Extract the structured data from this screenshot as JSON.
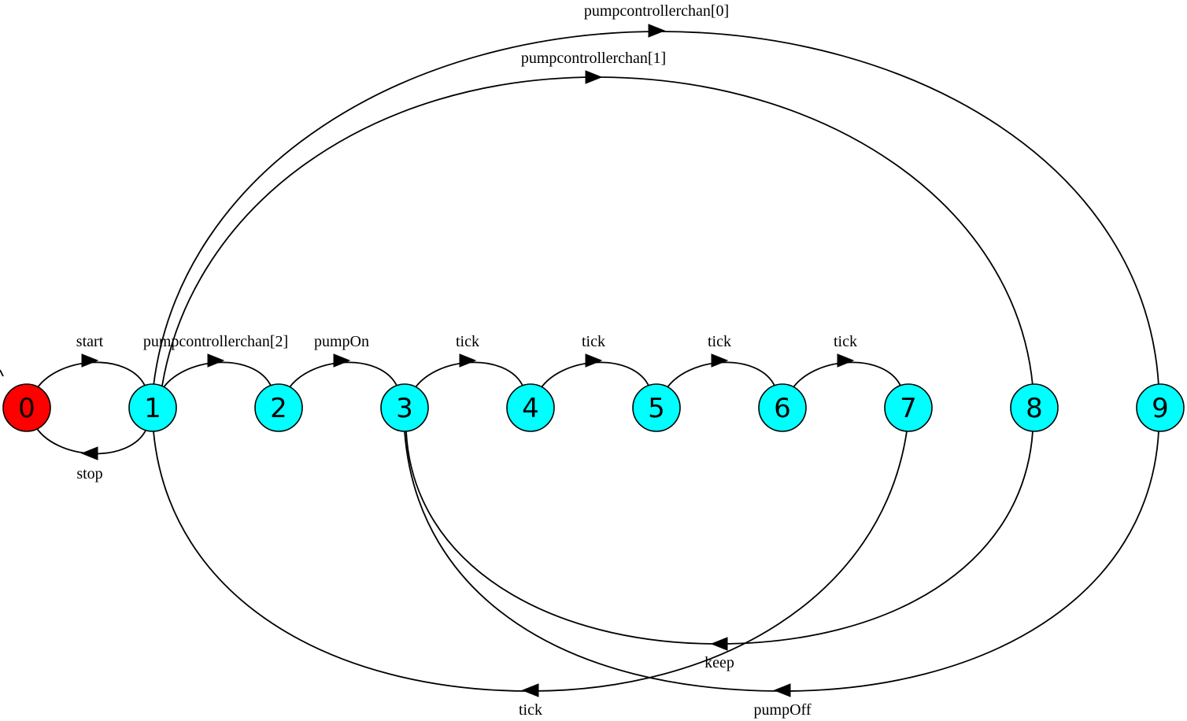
{
  "diagram": {
    "type": "state-machine",
    "colors": {
      "initial": "#ff0000",
      "state": "#00ffff",
      "stroke": "#000000"
    },
    "nodes": [
      {
        "id": "0",
        "label": "0",
        "kind": "initial"
      },
      {
        "id": "1",
        "label": "1",
        "kind": "state"
      },
      {
        "id": "2",
        "label": "2",
        "kind": "state"
      },
      {
        "id": "3",
        "label": "3",
        "kind": "state"
      },
      {
        "id": "4",
        "label": "4",
        "kind": "state"
      },
      {
        "id": "5",
        "label": "5",
        "kind": "state"
      },
      {
        "id": "6",
        "label": "6",
        "kind": "state"
      },
      {
        "id": "7",
        "label": "7",
        "kind": "state"
      },
      {
        "id": "8",
        "label": "8",
        "kind": "state"
      },
      {
        "id": "9",
        "label": "9",
        "kind": "state"
      }
    ],
    "edges": [
      {
        "from": "0",
        "to": "1",
        "label": "start"
      },
      {
        "from": "1",
        "to": "0",
        "label": "stop"
      },
      {
        "from": "1",
        "to": "2",
        "label": "pumpcontrollerchan[2]"
      },
      {
        "from": "2",
        "to": "3",
        "label": "pumpOn"
      },
      {
        "from": "3",
        "to": "4",
        "label": "tick"
      },
      {
        "from": "4",
        "to": "5",
        "label": "tick"
      },
      {
        "from": "5",
        "to": "6",
        "label": "tick"
      },
      {
        "from": "6",
        "to": "7",
        "label": "tick"
      },
      {
        "from": "1",
        "to": "9",
        "label": "pumpcontrollerchan[0]"
      },
      {
        "from": "1",
        "to": "8",
        "label": "pumpcontrollerchan[1]"
      },
      {
        "from": "8",
        "to": "3",
        "label": "keep"
      },
      {
        "from": "9",
        "to": "3",
        "label": "pumpOff"
      },
      {
        "from": "7",
        "to": "1",
        "label": "tick"
      }
    ]
  }
}
